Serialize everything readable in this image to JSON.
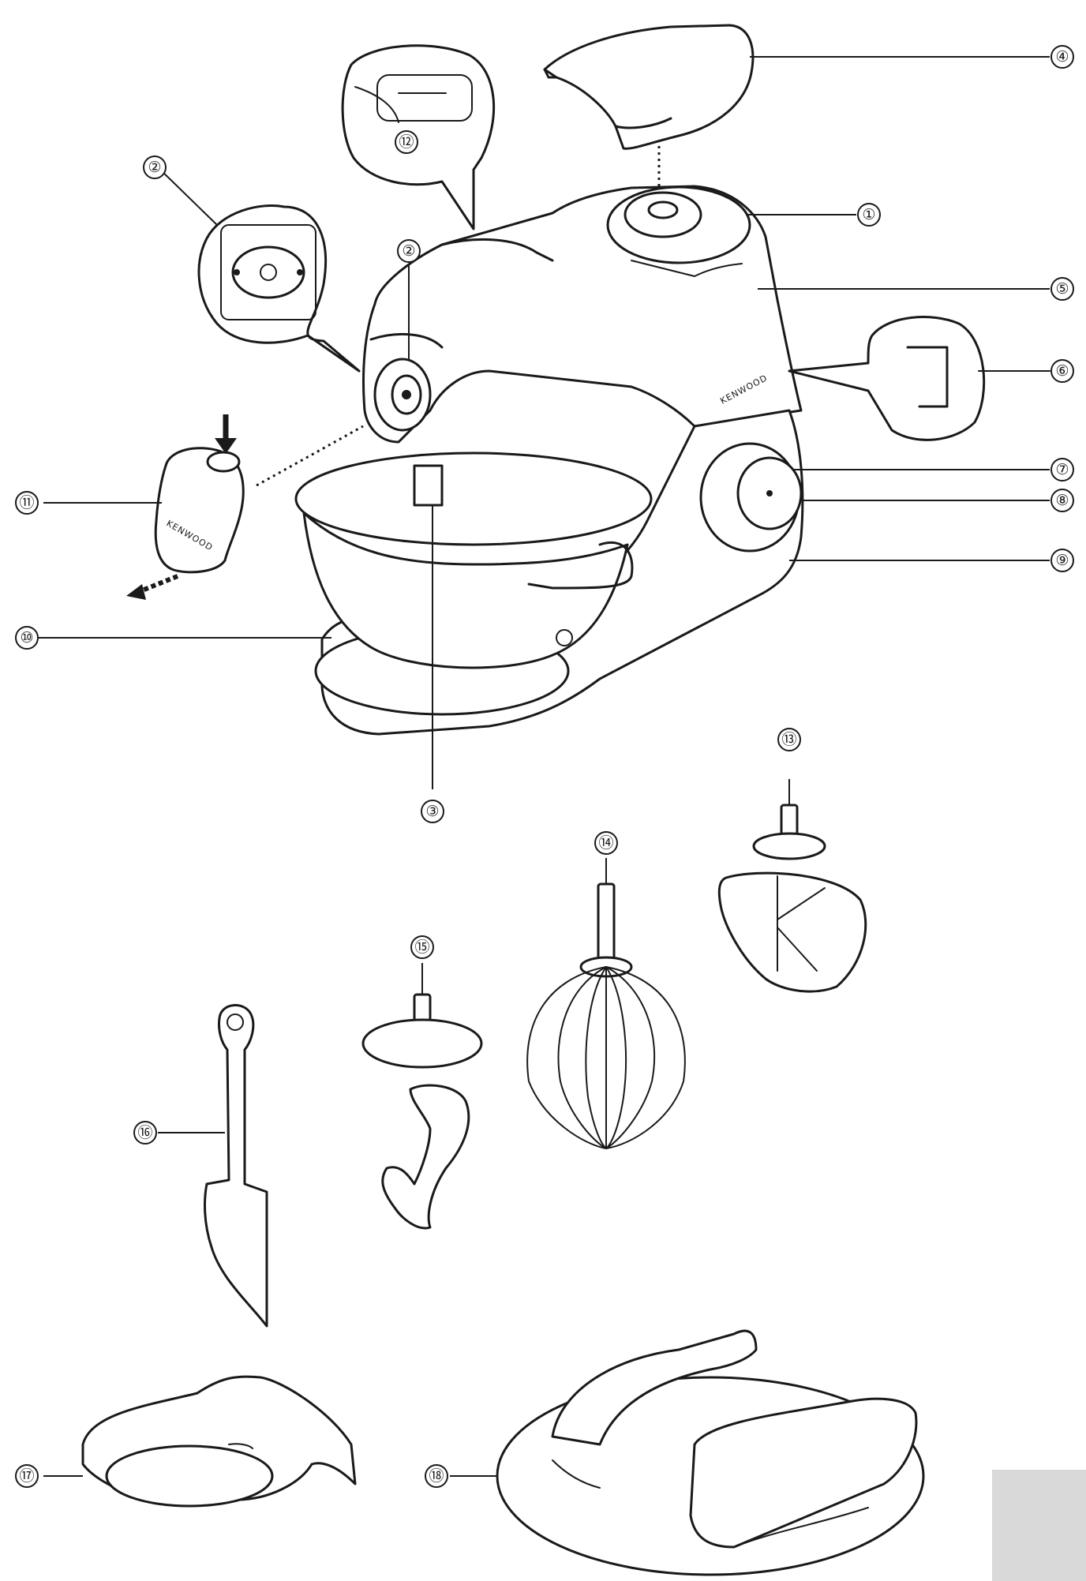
{
  "brand_label": "KENWOOD",
  "tab_color": "#d9d9d9",
  "line_color": "#1a1a1a",
  "callouts": [
    {
      "id": "1",
      "label": "①",
      "part": "outlet-socket"
    },
    {
      "id": "2",
      "label": "②",
      "part": "attachment-drive"
    },
    {
      "id": "2b",
      "label": "②",
      "part": "attachment-drive-detail"
    },
    {
      "id": "3",
      "label": "③",
      "part": "tool-socket"
    },
    {
      "id": "4",
      "label": "④",
      "part": "outlet-cover"
    },
    {
      "id": "5",
      "label": "⑤",
      "part": "mixer-head"
    },
    {
      "id": "6",
      "label": "⑥",
      "part": "head-lift-lever"
    },
    {
      "id": "7",
      "label": "⑦",
      "part": "speed-dial"
    },
    {
      "id": "8",
      "label": "⑧",
      "part": "pulse-button"
    },
    {
      "id": "9",
      "label": "⑨",
      "part": "mixer-body"
    },
    {
      "id": "10",
      "label": "⑩",
      "part": "bowl"
    },
    {
      "id": "11",
      "label": "⑪",
      "part": "drive-cover"
    },
    {
      "id": "12",
      "label": "⑫",
      "part": "cable-exit"
    },
    {
      "id": "13",
      "label": "⑬",
      "part": "k-beater"
    },
    {
      "id": "14",
      "label": "⑭",
      "part": "whisk"
    },
    {
      "id": "15",
      "label": "⑮",
      "part": "dough-hook"
    },
    {
      "id": "16",
      "label": "⑯",
      "part": "spatula"
    },
    {
      "id": "17",
      "label": "⑰",
      "part": "splash-guard-small"
    },
    {
      "id": "18",
      "label": "⑱",
      "part": "splash-guard"
    }
  ]
}
